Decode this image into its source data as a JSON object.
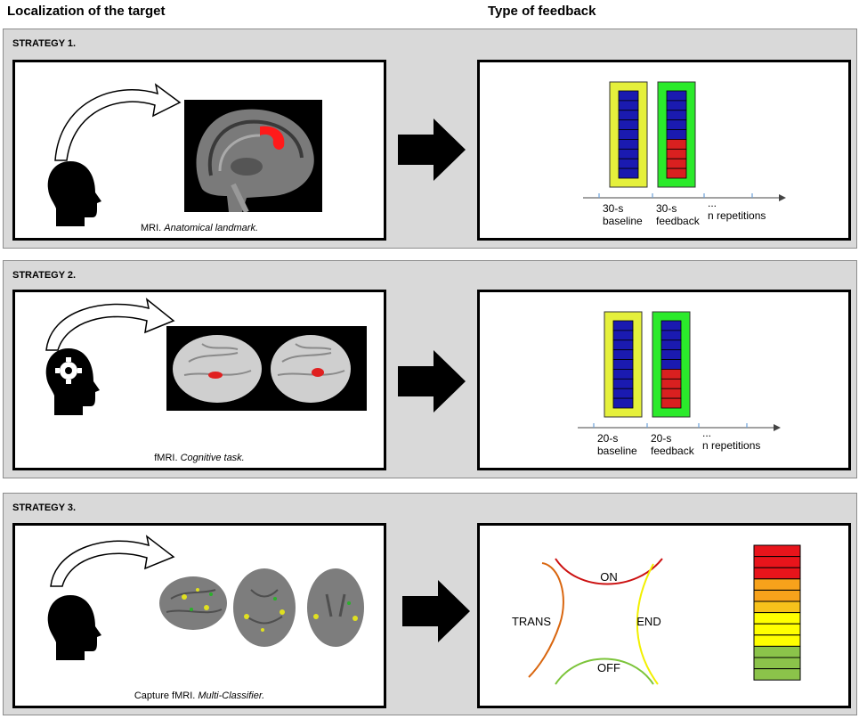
{
  "headers": {
    "left": "Localization of the target",
    "right": "Type of feedback"
  },
  "strategies": [
    {
      "label": "STRATEGY 1.",
      "caption_main": "MRI. ",
      "caption_italic": "Anatomical landmark.",
      "timeline": {
        "baseline": [
          "30-s",
          "baseline"
        ],
        "feedback": [
          "30-s",
          "feedback"
        ],
        "ellipsis": "...",
        "repeat": "n repetitions"
      },
      "bars": {
        "segments": 9,
        "red_segments": 4
      }
    },
    {
      "label": "STRATEGY 2.",
      "caption_main": "fMRI. ",
      "caption_italic": "Cognitive task.",
      "timeline": {
        "baseline": [
          "20-s",
          "baseline"
        ],
        "feedback": [
          "20-s",
          "feedback"
        ],
        "ellipsis": "...",
        "repeat": "n repetitions"
      },
      "bars": {
        "segments": 9,
        "red_segments": 4
      }
    },
    {
      "label": "STRATEGY 3.",
      "caption_main": "Capture fMRI. ",
      "caption_italic": "Multi-Classifier.",
      "states": {
        "on": "ON",
        "trans": "TRANS",
        "end": "END",
        "off": "OFF"
      },
      "meter_colors": [
        "#e8141b",
        "#e8141b",
        "#e8141b",
        "#f7a21b",
        "#f7a21b",
        "#f7c21b",
        "#ffff00",
        "#ffff00",
        "#ffff00",
        "#8bc34a",
        "#8bc34a",
        "#8bc34a"
      ]
    }
  ],
  "colors": {
    "baseline_frame": "#e5f03c",
    "feedback_frame": "#2bea2b",
    "bar_blue": "#1a1ab0",
    "bar_red": "#d92020"
  }
}
